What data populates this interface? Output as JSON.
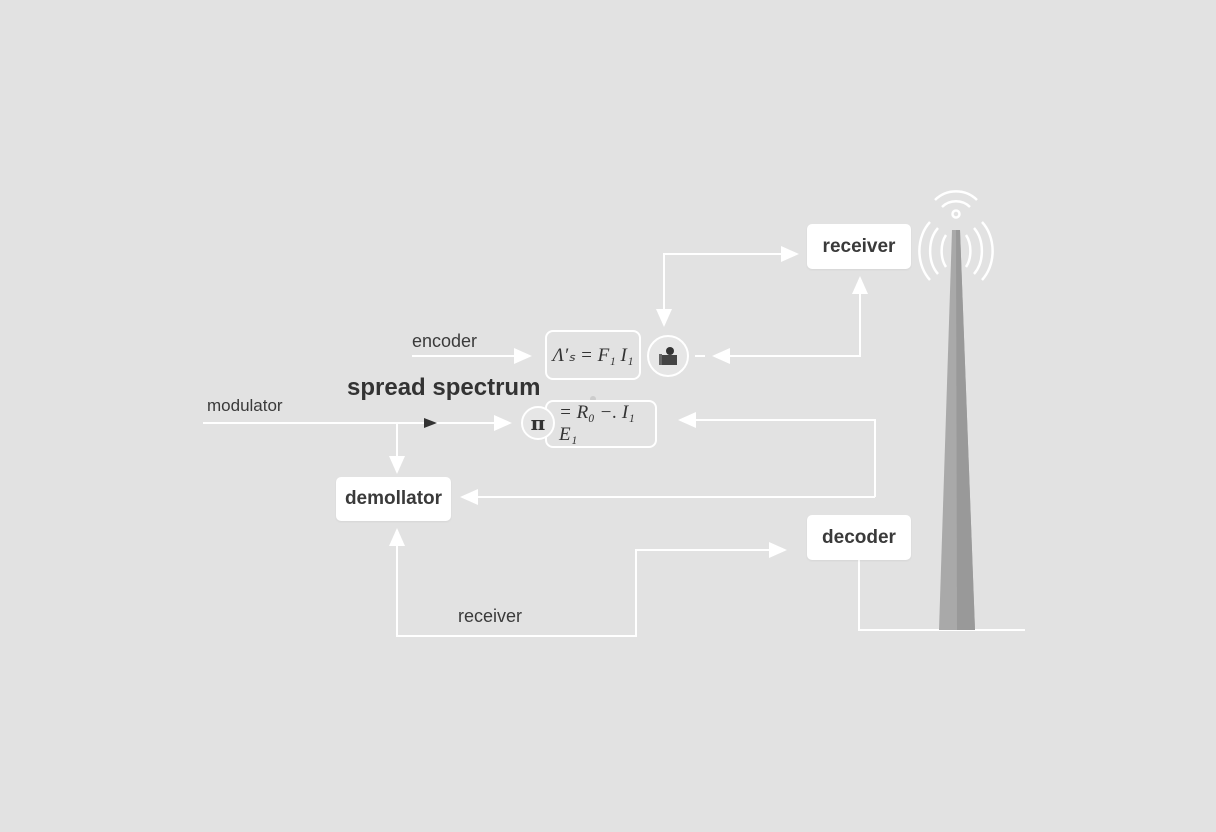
{
  "labels": {
    "encoder": "encoder",
    "spread_spectrum": "spread spectrum",
    "modulator": "modulator",
    "receiver_bottom": "receiver"
  },
  "boxes": {
    "receiver": "receiver",
    "demollator": "demollator",
    "decoder": "decoder"
  },
  "formulas": {
    "top": "Λ′ₛ = F₁ I₁",
    "bottom": "= R₀ −. I₁ E₁",
    "pi_symbol": "π"
  },
  "icons": [
    "person-icon",
    "pi-icon",
    "antenna-tower-icon",
    "wifi-signal-icon"
  ],
  "colors": {
    "background": "#e2e2e2",
    "line": "#ffffff",
    "tower": "#a8a8a8"
  }
}
